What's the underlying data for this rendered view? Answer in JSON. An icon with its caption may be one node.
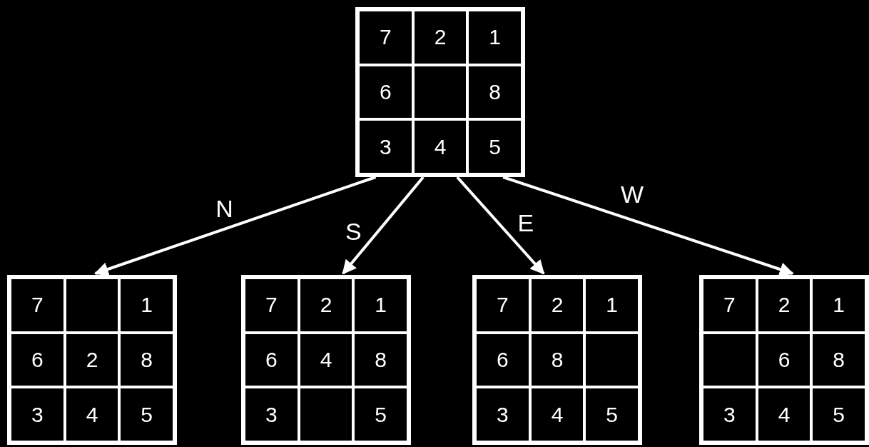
{
  "diagram": {
    "nodes": [
      {
        "text": [],
        "shape": "box"
      },
      {
        "text": [
          "7"
        ],
        "in": 0
      },
      {
        "text": [
          "2"
        ],
        "in": 0
      },
      {
        "text": [
          "1"
        ],
        "in": 0
      },
      {
        "text": [
          "6"
        ],
        "in": 0
      },
      {
        "text": [],
        "shape": "box",
        "in": 0
      },
      {
        "text": [
          "8"
        ],
        "in": 0
      },
      {
        "text": [
          "3"
        ],
        "in": 0
      },
      {
        "text": [
          "4"
        ],
        "in": 0
      },
      {
        "text": [
          "5"
        ],
        "in": 0
      },
      {
        "text": [],
        "shape": "box"
      },
      {
        "text": [
          "7"
        ],
        "in": 10
      },
      {
        "text": [],
        "shape": "box",
        "in": 10
      },
      {
        "text": [
          "1"
        ],
        "in": 10
      },
      {
        "text": [
          "6"
        ],
        "in": 10
      },
      {
        "text": [
          "2"
        ],
        "in": 10
      },
      {
        "text": [
          "8"
        ],
        "in": 10
      },
      {
        "text": [
          "3"
        ],
        "in": 10
      },
      {
        "text": [
          "4"
        ],
        "in": 10
      },
      {
        "text": [
          "5"
        ],
        "in": 10
      },
      {
        "text": [],
        "shape": "box"
      },
      {
        "text": [
          "7"
        ],
        "in": 20
      },
      {
        "text": [
          "2"
        ],
        "in": 20
      },
      {
        "text": [
          "1"
        ],
        "in": 20
      },
      {
        "text": [
          "6"
        ],
        "in": 20
      },
      {
        "text": [
          "4"
        ],
        "in": 20
      },
      {
        "text": [
          "8"
        ],
        "in": 20
      },
      {
        "text": [
          "3"
        ],
        "in": 20
      },
      {
        "text": [],
        "shape": "box",
        "in": 20
      },
      {
        "text": [
          "5"
        ],
        "in": 20
      },
      {
        "text": [],
        "shape": "box"
      },
      {
        "text": [
          "7"
        ],
        "in": 30
      },
      {
        "text": [
          "2"
        ],
        "in": 30
      },
      {
        "text": [
          "1"
        ],
        "in": 30
      },
      {
        "text": [
          "6"
        ],
        "in": 30
      },
      {
        "text": [
          "8"
        ],
        "in": 30
      },
      {
        "text": [],
        "shape": "box",
        "in": 30
      },
      {
        "text": [
          "3"
        ],
        "in": 30
      },
      {
        "text": [
          "4"
        ],
        "in": 30
      },
      {
        "text": [
          "5"
        ],
        "in": 30
      },
      {
        "text": [],
        "shape": "box"
      },
      {
        "text": [
          "7"
        ],
        "in": 40
      },
      {
        "text": [
          "2"
        ],
        "in": 40
      },
      {
        "text": [
          "1"
        ],
        "in": 40
      },
      {
        "text": [],
        "shape": "box",
        "in": 40
      },
      {
        "text": [
          "6"
        ],
        "in": 40
      },
      {
        "text": [
          "8"
        ],
        "in": 40
      },
      {
        "text": [
          "3"
        ],
        "in": 40
      },
      {
        "text": [
          "4"
        ],
        "in": 40
      },
      {
        "text": [
          "5"
        ],
        "in": 40
      }
    ],
    "edges": [
      {
        "from": 0,
        "to": 10,
        "arrow": "to",
        "label": "N"
      },
      {
        "from": 0,
        "to": 20,
        "arrow": "to",
        "label": "S"
      },
      {
        "from": 0,
        "to": 30,
        "arrow": "to",
        "label": "E"
      },
      {
        "from": 0,
        "to": 40,
        "arrow": "to",
        "label": "W"
      }
    ]
  }
}
